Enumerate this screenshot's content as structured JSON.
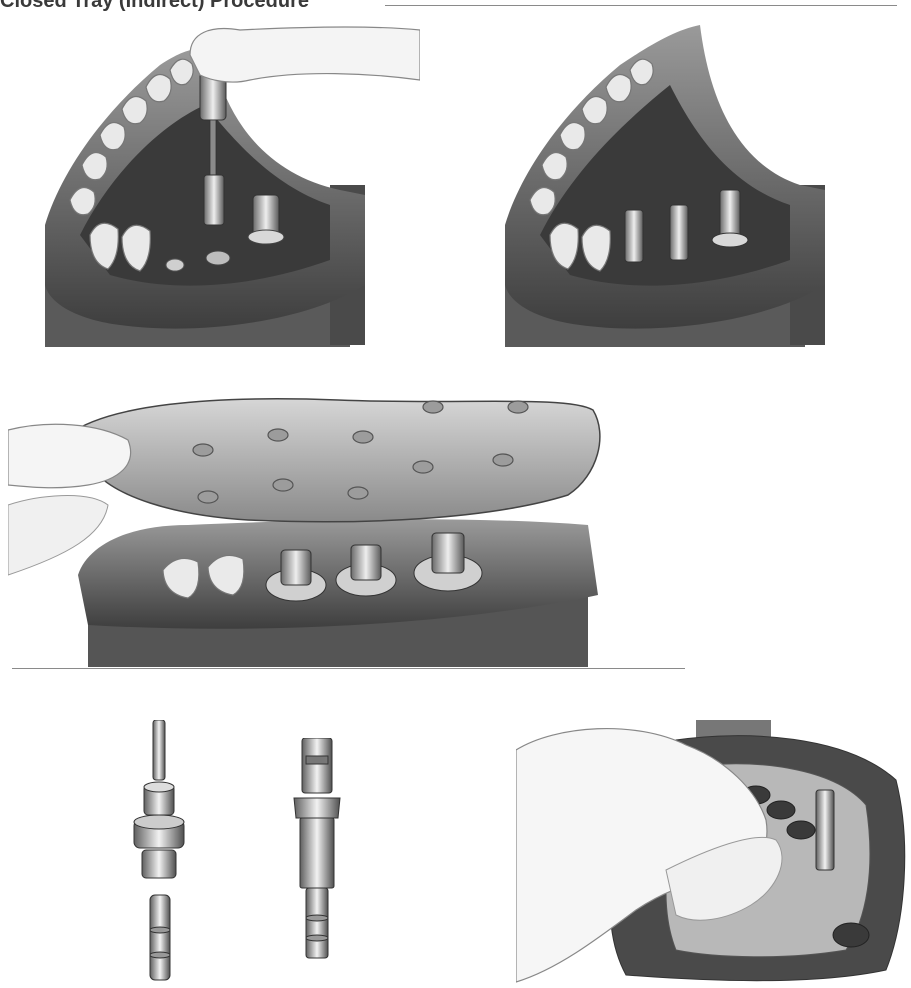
{
  "document": {
    "heading": "Closed Tray (Indirect) Procedure"
  },
  "figures": [
    {
      "icon": "implant-driver-in-mandible-illustration"
    },
    {
      "icon": "impression-posts-on-implants-illustration"
    },
    {
      "icon": "impression-tray-seated-over-arch-illustration"
    },
    {
      "icon": "impression-coping-components-exploded-illustration"
    },
    {
      "icon": "assembled-impression-coping-illustration"
    },
    {
      "icon": "hand-inserting-coping-into-impression-illustration"
    }
  ]
}
